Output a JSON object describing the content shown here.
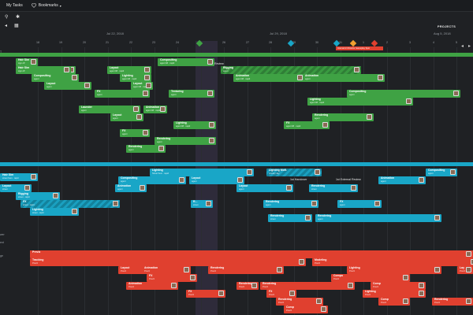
{
  "topbar": {
    "my_tasks": "My Tasks",
    "bookmarks": "Bookmarks"
  },
  "toolbar": {
    "projects": "PROJECTS"
  },
  "timescale": {
    "months": [
      "Jul 22, 2018",
      "Jul 29, 2018",
      "Aug 5, 2018"
    ],
    "days": [
      "18",
      "19",
      "20",
      "21",
      "22",
      "23",
      "24",
      "25",
      "26",
      "27",
      "28",
      "29",
      "30",
      "31",
      "1",
      "2",
      "3",
      "4",
      "5",
      "6",
      "7",
      "8"
    ]
  },
  "milestone_label": "Internal Art Director Gameplay Spot",
  "row_labels": [
    "T",
    "ic",
    "wer",
    "ent",
    "ge"
  ],
  "colors": {
    "green": "#3fa244",
    "blue": "#19a6c7",
    "red": "#e0402f",
    "highlight": "#2e2b3a"
  },
  "reviews": {
    "r1": "1st External Review",
    "r2": "1st Review",
    "r3": "1st Handover",
    "r4": "1st External Review"
  },
  "green_bars": [
    {
      "t": "Hair Sim",
      "s": "sign off"
    },
    {
      "t": "Hair Sim",
      "s": "agent ## · rapid"
    },
    {
      "t": "Compositing",
      "s": "agent ## · rapid"
    },
    {
      "t": "Hair Sim",
      "s": "sign off"
    },
    {
      "t": "Layout",
      "s": "agent ## · rapid"
    },
    {
      "t": "Rigging",
      "s": "agent"
    },
    {
      "t": "Compositing",
      "s": "agent"
    },
    {
      "t": "Lighting",
      "s": "agent ## · rapid"
    },
    {
      "t": "Animation",
      "s": "agent ## · rapid"
    },
    {
      "t": "Layout",
      "s": "agent"
    },
    {
      "t": "Layout",
      "s": "agent ## · rapid"
    },
    {
      "t": "Animation",
      "s": "agent"
    },
    {
      "t": "FX",
      "s": "agent"
    },
    {
      "t": "Texturing",
      "s": "agent"
    },
    {
      "t": "Lighting",
      "s": "agent ## · rapid"
    },
    {
      "t": "Launder",
      "s": "agent"
    },
    {
      "t": "Animation",
      "s": "agent ## · rapid"
    },
    {
      "t": "Compositing",
      "s": "agent"
    },
    {
      "t": "Layout",
      "s": "agent"
    },
    {
      "t": "Lighting",
      "s": "agent ## · rapid"
    },
    {
      "t": "Rendering",
      "s": "agent"
    },
    {
      "t": "FX",
      "s": "agent"
    },
    {
      "t": "FX",
      "s": "agent ## · rapid"
    },
    {
      "t": "Rendering",
      "s": "agent"
    },
    {
      "t": "Rendering",
      "s": "agent"
    }
  ],
  "blue_bars": [
    {
      "t": "Lighting",
      "s": "Street Sum · rapid"
    },
    {
      "t": "Lighting Mult.",
      "s": "primary day"
    },
    {
      "t": "Compositing",
      "s": "agent"
    },
    {
      "t": "Hair Sim",
      "s": "street Sum · rapid"
    },
    {
      "t": "Compositing",
      "s": "agent"
    },
    {
      "t": "Layout",
      "s": "agent"
    },
    {
      "t": "Animation",
      "s": "agent"
    },
    {
      "t": "Animation",
      "s": "agent"
    },
    {
      "t": "Layout",
      "s": "street"
    },
    {
      "t": "Rigging",
      "s": "street · rapid"
    },
    {
      "t": "Layout",
      "s": "agent"
    },
    {
      "t": "Rendering",
      "s": "street"
    },
    {
      "t": "FX",
      "s": "street · rapid"
    },
    {
      "t": "R...",
      "s": "street"
    },
    {
      "t": "Rendering",
      "s": "agent"
    },
    {
      "t": "Lighting",
      "s": "street · rapid"
    },
    {
      "t": "FX",
      "s": "agent"
    },
    {
      "t": "Rendering",
      "s": "street"
    },
    {
      "t": "Rendering",
      "s": "agent"
    }
  ],
  "red_bars": [
    {
      "t": "Previz",
      "s": ""
    },
    {
      "t": "Tracking",
      "s": "Previz"
    },
    {
      "t": "Modeling",
      "s": "Previz"
    },
    {
      "t": "Layout",
      "s": "Previz"
    },
    {
      "t": "Animation",
      "s": "Previz"
    },
    {
      "t": "Rendering",
      "s": "Previz"
    },
    {
      "t": "Lighting",
      "s": "Previz"
    },
    {
      "t": "FX",
      "s": "Previz"
    },
    {
      "t": "Compo",
      "s": "Previz"
    },
    {
      "t": "Lay",
      "s": "Previz"
    },
    {
      "t": "Rendering",
      "s": "Previz"
    },
    {
      "t": "Rendering",
      "s": "Previz"
    },
    {
      "t": "Comp",
      "s": "Previz"
    },
    {
      "t": "Animation",
      "s": "Previz"
    },
    {
      "t": "FX",
      "s": "Previz"
    },
    {
      "t": "Lighting",
      "s": "Previz"
    },
    {
      "t": "FX",
      "s": "Previz"
    },
    {
      "t": "Rendering",
      "s": "Previz"
    },
    {
      "t": "Comp",
      "s": "Previz"
    },
    {
      "t": "Comp",
      "s": "Previz"
    },
    {
      "t": "Rendering",
      "s": "Previz"
    }
  ]
}
